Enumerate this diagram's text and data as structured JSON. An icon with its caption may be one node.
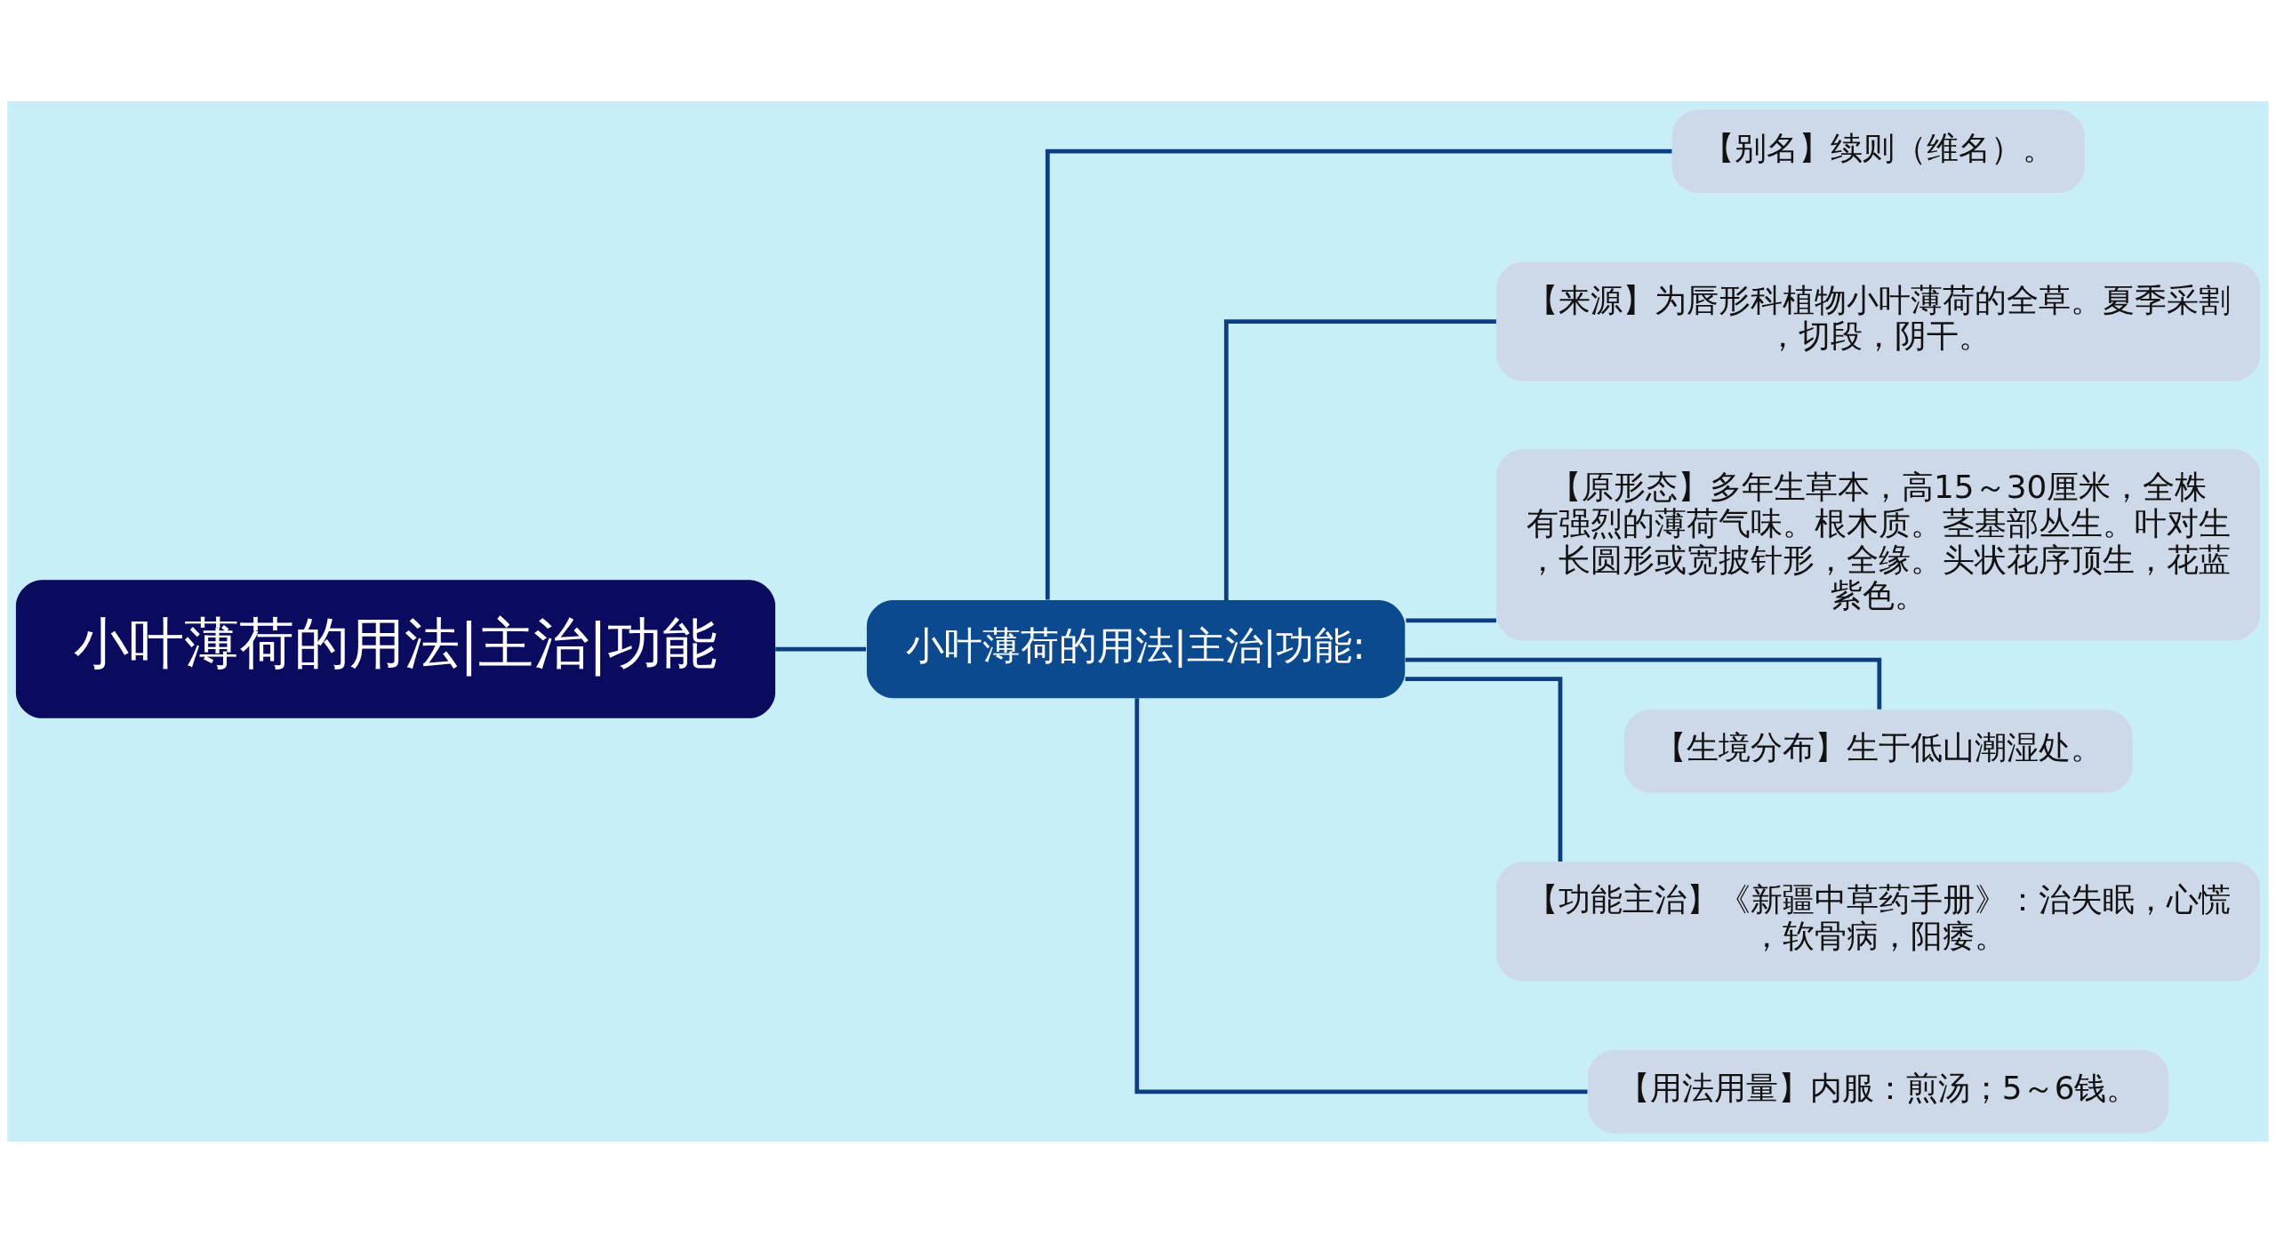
{
  "diagram": {
    "nodes": [
      {
        "text": [
          "小叶薄荷的用法|主治|功能"
        ]
      },
      {
        "text": [
          "小叶薄荷的用法|主治|功能:"
        ]
      },
      {
        "text": [
          "【别名】续则（维名）。"
        ]
      },
      {
        "text": [
          "【来源】为唇形科植物小叶薄荷的全草。夏季采割，切段，阴干。"
        ]
      },
      {
        "text": [
          "【原形态】多年生草本，高15～30厘米，全株有强烈的薄荷气味。根木质。茎基部丛生。叶对生，长圆形或宽披针形，全缘。头状花序顶生，花蓝紫色。"
        ]
      },
      {
        "text": [
          "【生境分布】生于低山潮湿处。"
        ]
      },
      {
        "text": [
          "【功能主治】《新疆中草药手册》：治失眠，心慌，软骨病，阳痿。"
        ]
      },
      {
        "text": [
          "【用法用量】内服：煎汤；5～6钱。"
        ]
      }
    ],
    "edges": [
      {
        "from": 0,
        "to": 1,
        "arrow": "none"
      },
      {
        "from": 1,
        "to": 2,
        "arrow": "none"
      },
      {
        "from": 1,
        "to": 3,
        "arrow": "none"
      },
      {
        "from": 1,
        "to": 4,
        "arrow": "none"
      },
      {
        "from": 1,
        "to": 5,
        "arrow": "none"
      },
      {
        "from": 1,
        "to": 6,
        "arrow": "none"
      },
      {
        "from": 1,
        "to": 7,
        "arrow": "none"
      }
    ]
  }
}
